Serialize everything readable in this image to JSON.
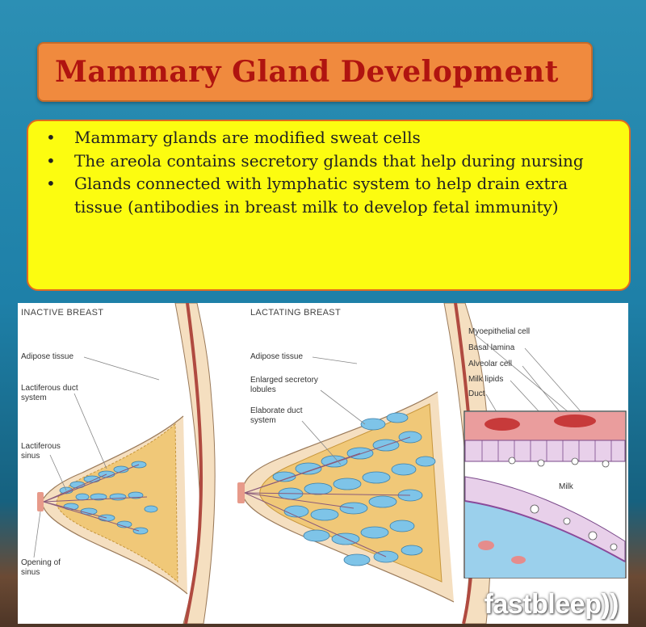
{
  "slide": {
    "title": "Mammary Gland Development",
    "bullets": [
      {
        "marker": "•",
        "text": "Mammary glands are modified sweat cells"
      },
      {
        "marker": "•",
        "text": "The areola contains secretory glands that help during nursing"
      },
      {
        "marker": "•",
        "text": "Glands connected with lymphatic system to help drain extra tissue (antibodies in breast milk to develop fetal immunity)"
      }
    ]
  },
  "figure": {
    "inactive": {
      "title": "INACTIVE BREAST",
      "adipose": "Adipose tissue",
      "duct_system": "Lactiferous duct system",
      "sinus": "Lactiferous sinus",
      "opening": "Opening of sinus"
    },
    "lactating": {
      "title": "LACTATING BREAST",
      "adipose": "Adipose tissue",
      "lobules": "Enlarged secretory lobules",
      "duct": "Elaborate duct system"
    },
    "inset": {
      "myoepithelial": "Myoepithelial cell",
      "basal_lamina": "Basal lamina",
      "alveolar": "Alveolar cell",
      "milk_lipids": "Milk lipids",
      "duct": "Duct",
      "milk": "Milk"
    },
    "watermark": "fastbleep))"
  },
  "colors": {
    "title_box": "#f08a3e",
    "title_text": "#b01410",
    "bullet_box": "#fcfc10",
    "gland_blue": "#7ec4e8",
    "adipose": "#f0c878",
    "skin": "#f5dfc0"
  }
}
